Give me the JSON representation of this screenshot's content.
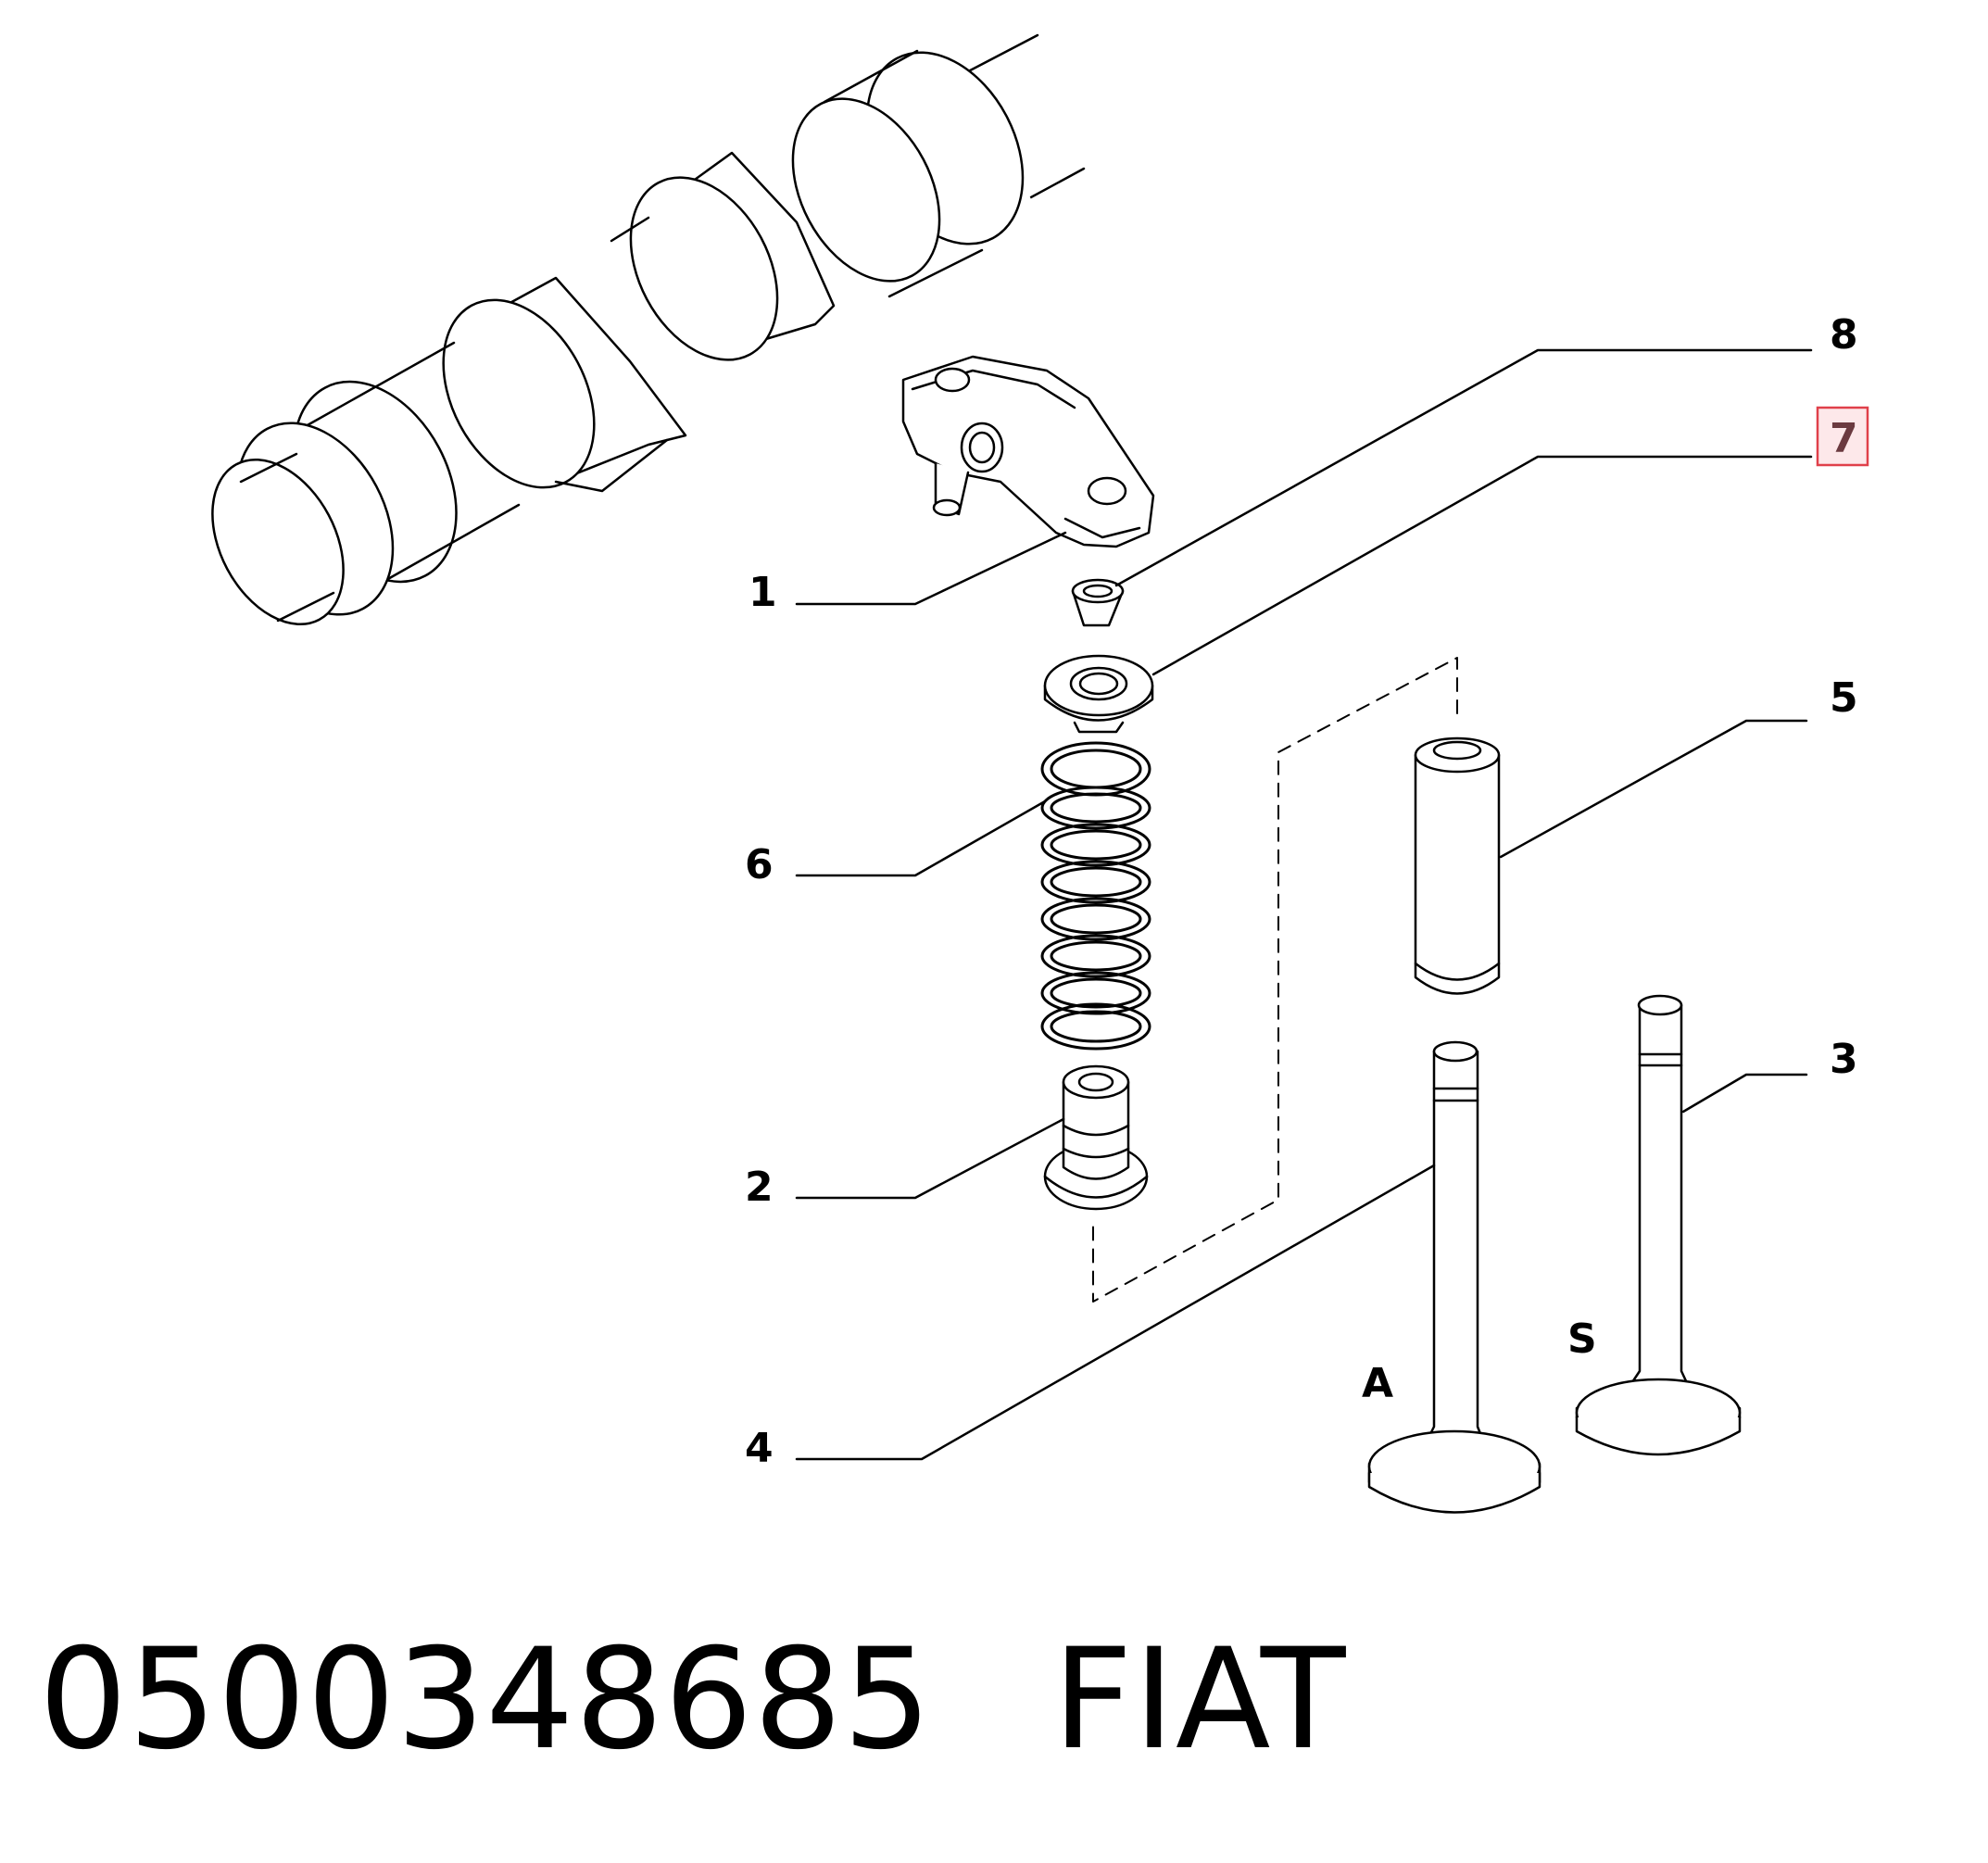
{
  "diagram": {
    "callouts": [
      {
        "id": "1",
        "label": "1"
      },
      {
        "id": "2",
        "label": "2"
      },
      {
        "id": "3",
        "label": "3"
      },
      {
        "id": "4",
        "label": "4"
      },
      {
        "id": "5",
        "label": "5"
      },
      {
        "id": "6",
        "label": "6"
      },
      {
        "id": "7",
        "label": "7",
        "highlighted": true
      },
      {
        "id": "8",
        "label": "8"
      }
    ],
    "variants": {
      "a": "A",
      "s": "S"
    },
    "highlight_color": "#e0404a"
  },
  "caption": {
    "part_number": "0500348685",
    "brand": "FIAT"
  }
}
